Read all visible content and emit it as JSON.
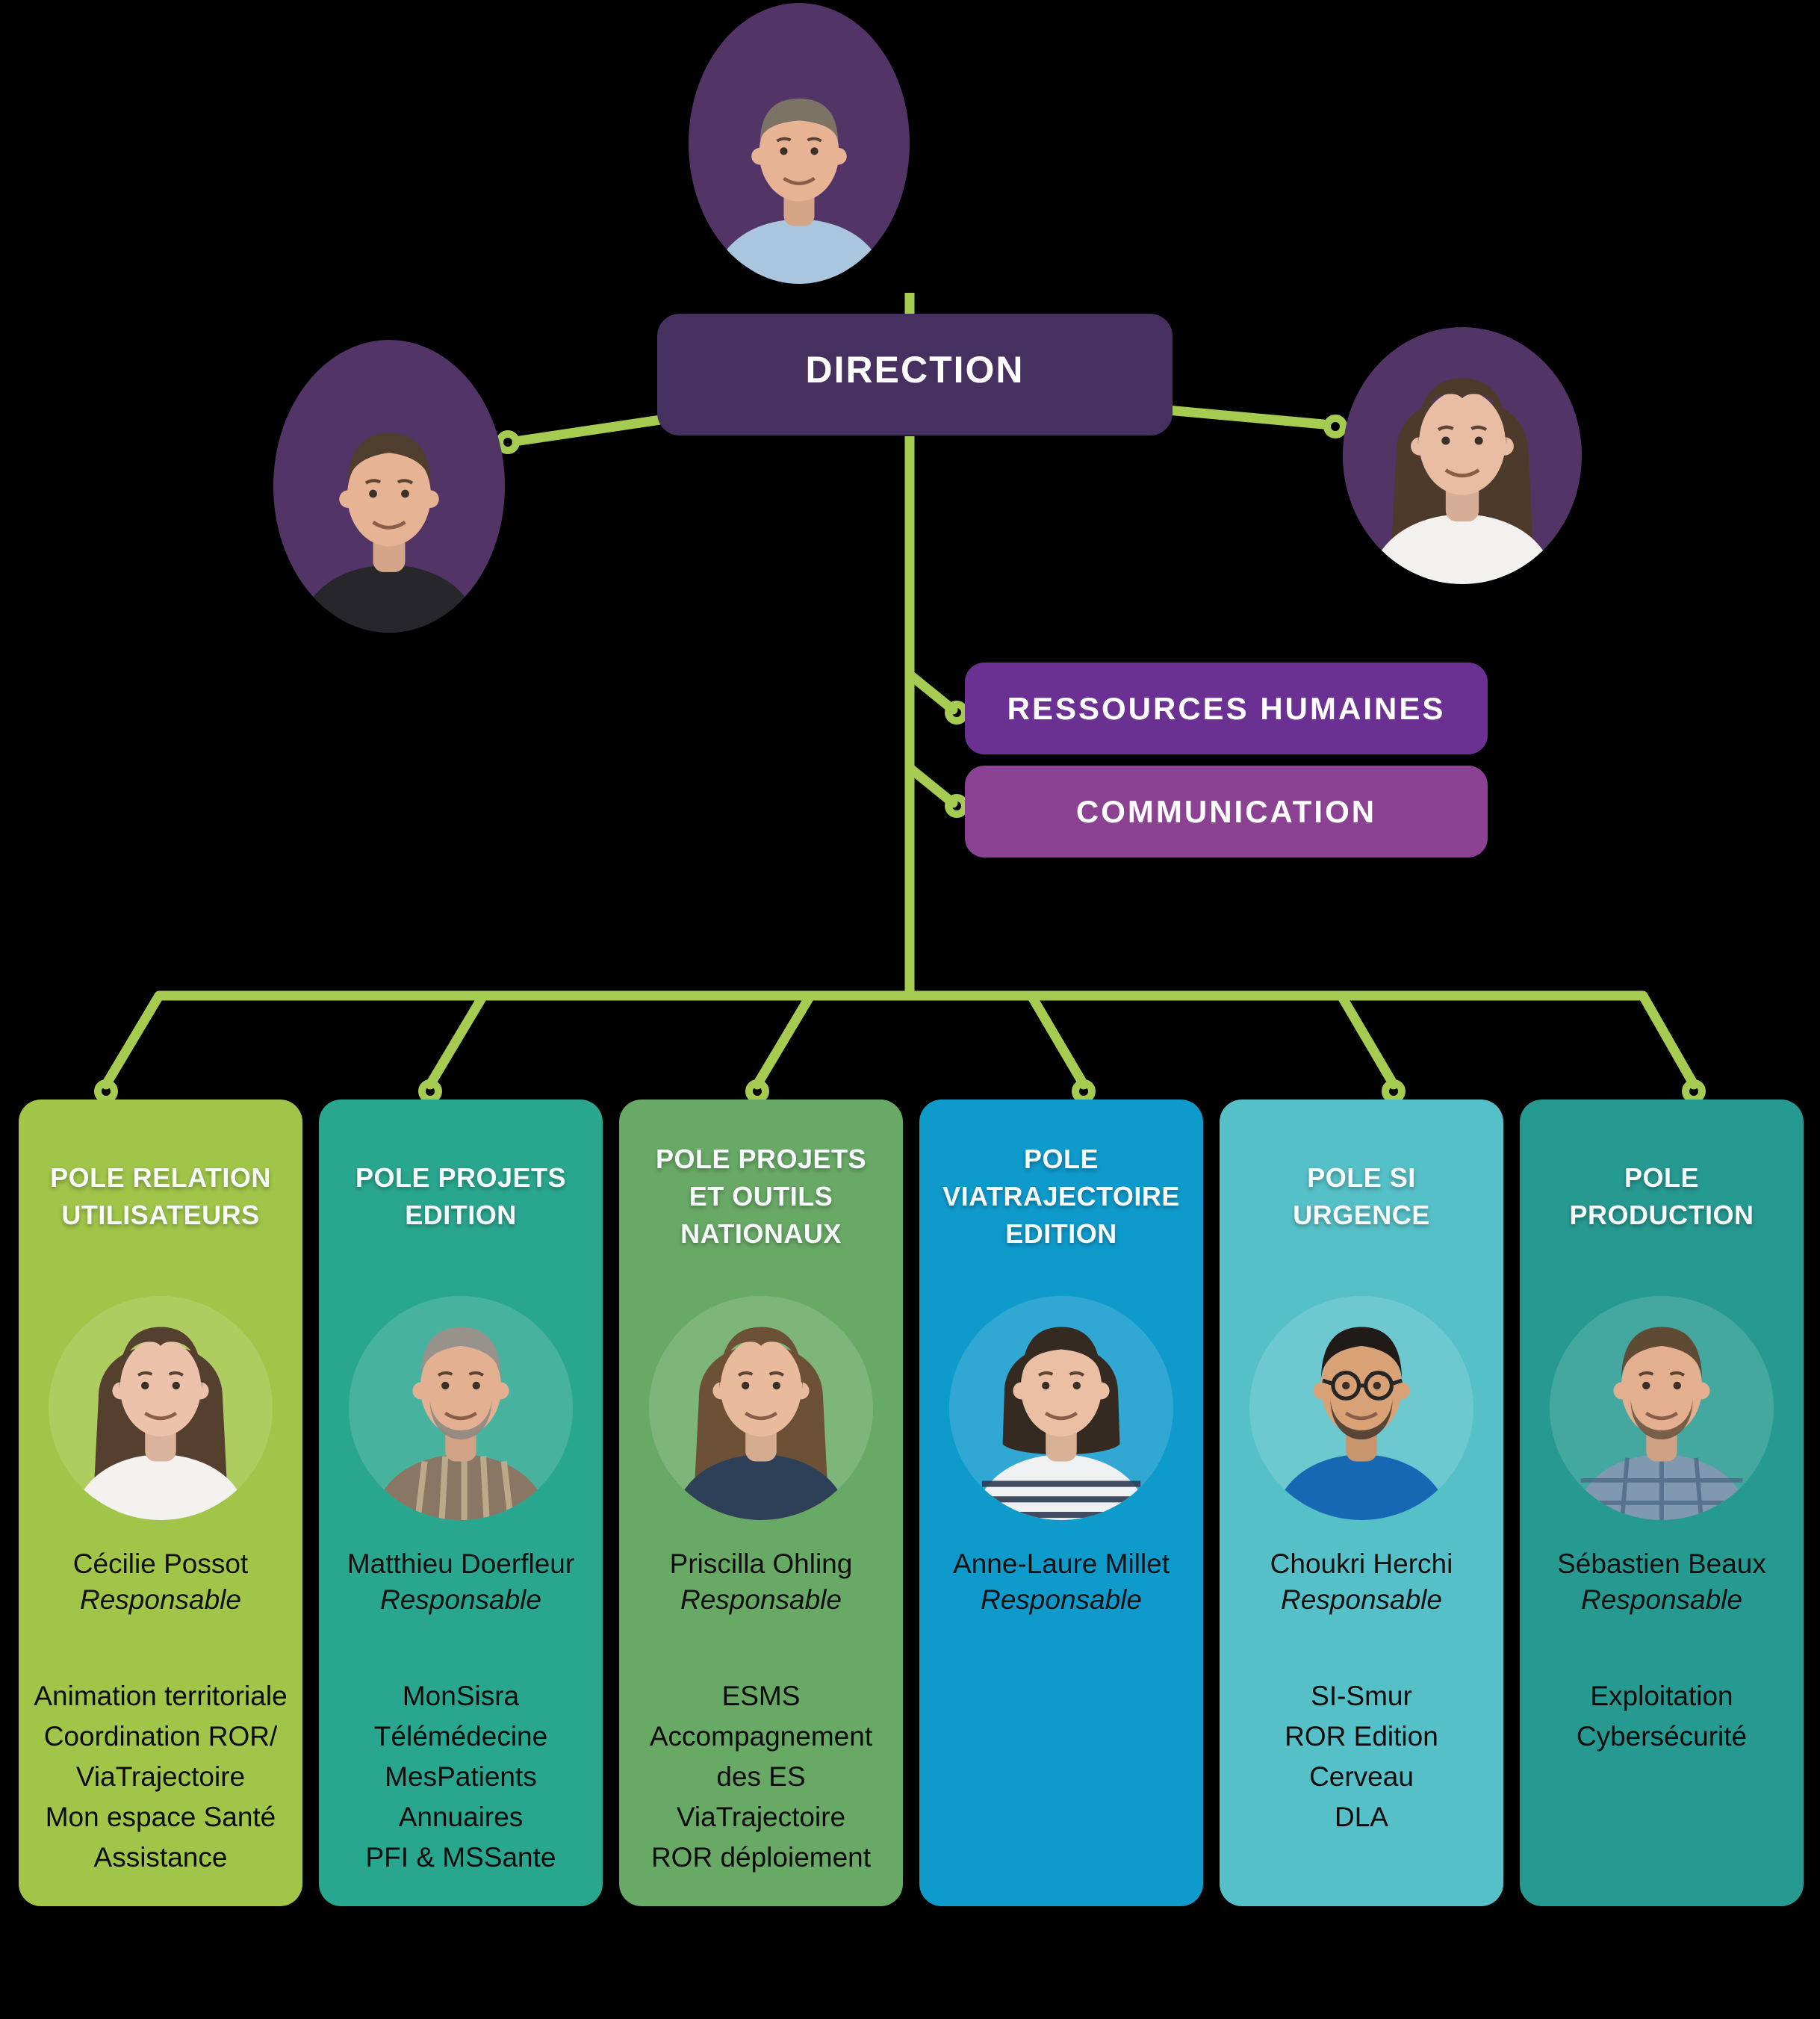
{
  "direction": {
    "label": "DIRECTION"
  },
  "staff_boxes": [
    {
      "id": "rh",
      "label": "RESSOURCES HUMAINES"
    },
    {
      "id": "comm",
      "label": "COMMUNICATION"
    }
  ],
  "top_portraits": [
    {
      "icon": "director-photo",
      "avatar": {
        "skin": "#e8b394",
        "hair": "receding",
        "hairColor": "#7d7364",
        "shirt": "#a9c6de",
        "pattern": "none",
        "beard": false,
        "glasses": false
      }
    },
    {
      "icon": "deputy-left-photo",
      "avatar": {
        "skin": "#e6b394",
        "hair": "short",
        "hairColor": "#4f3d2e",
        "shirt": "#26262b",
        "pattern": "none",
        "beard": false,
        "glasses": false
      }
    },
    {
      "icon": "deputy-right-photo",
      "avatar": {
        "skin": "#e9bda4",
        "hair": "long",
        "hairColor": "#4e3a2b",
        "shirt": "#f3f1ee",
        "pattern": "none",
        "beard": false,
        "glasses": false
      }
    }
  ],
  "poles": [
    {
      "title_lines": [
        "POLE RELATION",
        "UTILISATEURS"
      ],
      "color": "#a0c548",
      "name": "Cécilie Possot",
      "role": "Responsable",
      "items": [
        "Animation territoriale",
        "Coordination ROR/",
        "ViaTrajectoire",
        "Mon espace Santé",
        "Assistance"
      ],
      "avatar": {
        "skin": "#ecc3aa",
        "hair": "long",
        "hairColor": "#55402f",
        "shirt": "#f4f2ef",
        "pattern": "none",
        "beard": false,
        "glasses": false
      }
    },
    {
      "title_lines": [
        "POLE PROJETS",
        "EDITION"
      ],
      "color": "#29a78e",
      "name": "Matthieu Doerfleur",
      "role": "Responsable",
      "items": [
        "MonSisra",
        "Télémédecine",
        "MesPatients",
        "Annuaires",
        "PFI & MSSante"
      ],
      "avatar": {
        "skin": "#e3b091",
        "hair": "short",
        "hairColor": "#97928c",
        "shirt": "#8a7763",
        "pattern": "stripes-v",
        "beard": true,
        "beardColor": "#8e8880",
        "glasses": false
      }
    },
    {
      "title_lines": [
        "POLE PROJETS",
        "ET OUTILS",
        "NATIONAUX"
      ],
      "color": "#69a966",
      "name": "Priscilla Ohling",
      "role": "Responsable",
      "items": [
        "ESMS",
        "Accompagnement",
        "des ES",
        "ViaTrajectoire",
        "ROR déploiement"
      ],
      "avatar": {
        "skin": "#e9bb9c",
        "hair": "long",
        "hairColor": "#6d5136",
        "shirt": "#2e4057",
        "pattern": "none",
        "beard": false,
        "glasses": false
      }
    },
    {
      "title_lines": [
        "POLE",
        "VIATRAJECTOIRE",
        "EDITION"
      ],
      "color": "#0f9acc",
      "name": "Anne-Laure Millet",
      "role": "Responsable",
      "items": [],
      "avatar": {
        "skin": "#eabfa3",
        "hair": "bob",
        "hairColor": "#352a22",
        "shirt": "#eef0f2",
        "pattern": "stripes-h",
        "beard": false,
        "glasses": false
      }
    },
    {
      "title_lines": [
        "POLE SI",
        "URGENCE"
      ],
      "color": "#55c0c7",
      "name": "Choukri Herchi",
      "role": "Responsable",
      "items": [
        "SI-Smur",
        "ROR Edition",
        "Cerveau",
        "DLA"
      ],
      "avatar": {
        "skin": "#d9a276",
        "hair": "short",
        "hairColor": "#201b18",
        "shirt": "#1668b3",
        "pattern": "none",
        "beard": true,
        "beardColor": "#4a3b30",
        "glasses": true
      }
    },
    {
      "title_lines": [
        "POLE",
        "PRODUCTION"
      ],
      "color": "#269991",
      "name": "Sébastien Beaux",
      "role": "Responsable",
      "items": [
        "Exploitation",
        "Cybersécurité"
      ],
      "avatar": {
        "skin": "#e3af8e",
        "hair": "short",
        "hairColor": "#5f4a33",
        "shirt": "#8099b0",
        "pattern": "plaid",
        "beard": true,
        "beardColor": "#6e5740",
        "glasses": false
      }
    }
  ],
  "colors": {
    "connector_green": "#a5cb50",
    "photo_purple": "#523566",
    "direction_purple": "#463060",
    "rh_purple": "#6a3193",
    "comm_purple": "#8c4292",
    "background": "#000000"
  }
}
